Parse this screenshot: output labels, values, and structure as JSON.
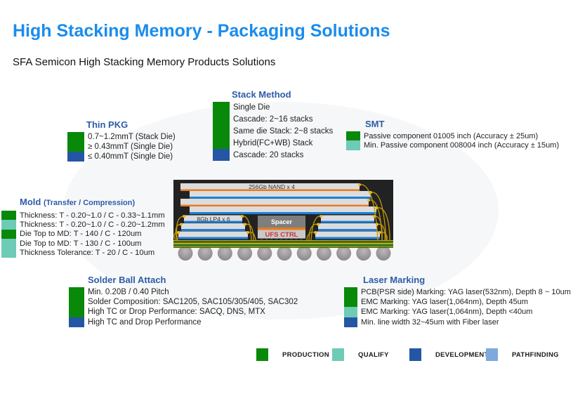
{
  "title": "High Stacking Memory - Packaging Solutions",
  "subtitle": "SFA Semicon High Stacking Memory Products Solutions",
  "colors": {
    "production": "#098909",
    "qualify": "#6dcbb6",
    "development": "#2456a4",
    "pathfinding": "#7fa9dc"
  },
  "sections": {
    "thin_pkg": {
      "title": "Thin PKG",
      "items": [
        {
          "label": "0.7~1.2mmT  (Stack Die)",
          "status": "production"
        },
        {
          "label": "≥ 0.43mmT (Single Die)",
          "status": "production"
        },
        {
          "label": "≤ 0.40mmT (Single Die)",
          "status": "development"
        }
      ]
    },
    "stack_method": {
      "title": "Stack Method",
      "items": [
        {
          "label": "Single Die",
          "status": "production"
        },
        {
          "label": "Cascade: 2~16 stacks",
          "status": "production"
        },
        {
          "label": "Same die Stack: 2~8 stacks",
          "status": "production"
        },
        {
          "label": "Hybrid(FC+WB) Stack",
          "status": "production"
        },
        {
          "label": "Cascade: 20 stacks",
          "status": "development"
        }
      ]
    },
    "smt": {
      "title": "SMT",
      "items": [
        {
          "label": "Passive component 01005 inch (Accuracy ± 25um)",
          "status": "production"
        },
        {
          "label": "Min. Passive component 008004 inch (Accuracy ± 15um)",
          "status": "qualify"
        }
      ]
    },
    "mold": {
      "title": "Mold",
      "title_suffix": "(Transfer / Compression)",
      "items": [
        {
          "label": "Thickness: T - 0.20~1.0 / C - 0.33~1.1mm",
          "status": "production"
        },
        {
          "label": "Thickness: T - 0.20~1.0 / C - 0.20~1.2mm",
          "status": "qualify"
        },
        {
          "label": "Die Top to MD: T - 140 / C - 120um",
          "status": "production"
        },
        {
          "label": "Die Top to MD: T - 130 / C - 100um",
          "status": "qualify"
        },
        {
          "label": "Thickness Tolerance: T - 20 / C - 10um",
          "status": "qualify"
        }
      ]
    },
    "solder_ball_attach": {
      "title": "Solder Ball Attach",
      "items": [
        {
          "label": "Min. 0.20B / 0.40 Pitch",
          "status": "production"
        },
        {
          "label": "Solder Composition: SAC1205, SAC105/305/405, SAC302",
          "status": "production"
        },
        {
          "label": "High TC or Drop Performance: SACQ, DNS, MTX",
          "status": "production"
        },
        {
          "label": "High TC and Drop Performance",
          "status": "development"
        }
      ]
    },
    "laser_marking": {
      "title": "Laser Marking",
      "items": [
        {
          "label": "PCB(PSR side) Marking: YAG laser(532nm), Depth 8 ~ 10um",
          "status": "production"
        },
        {
          "label": "EMC Marking: YAG laser(1,064nm), Depth 45um",
          "status": "production"
        },
        {
          "label": "EMC Marking: YAG laser(1,064nm), Depth <40um",
          "status": "qualify"
        },
        {
          "label": "Min. line width 32~45um with Fiber laser",
          "status": "development"
        }
      ]
    }
  },
  "diagram": {
    "nand_label": "256Gb NAND x 4",
    "lp4_label": "8Gb LP4 x 6",
    "spacer_label": "Spacer",
    "controller_label": "UFS CTRL"
  },
  "legend": [
    {
      "label": "PRODUCTION",
      "status": "production"
    },
    {
      "label": "QUALIFY",
      "status": "qualify"
    },
    {
      "label": "DEVELOPMENT",
      "status": "development"
    },
    {
      "label": "PATHFINDING",
      "status": "pathfinding"
    }
  ]
}
